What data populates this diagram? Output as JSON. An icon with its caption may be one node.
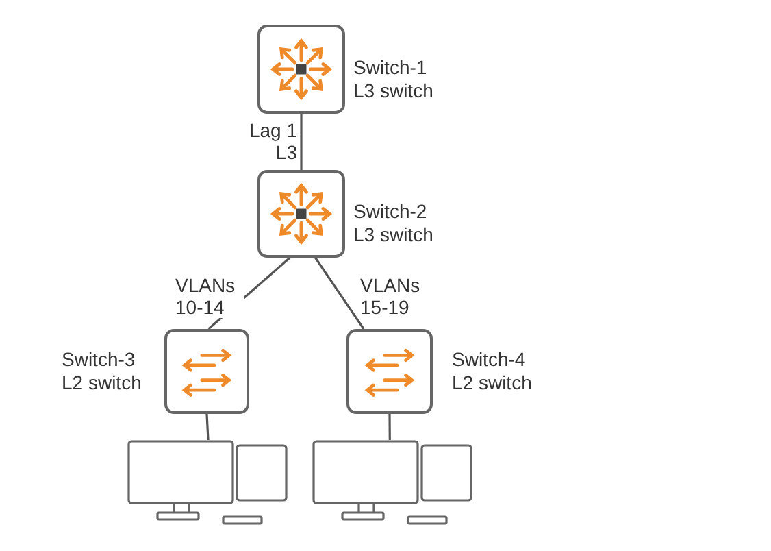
{
  "diagram": {
    "nodes": [
      {
        "text": [
          "Switch-1",
          "L3 switch"
        ]
      },
      {
        "text": [
          "Switch-2",
          "L3 switch"
        ]
      },
      {
        "text": [
          "Switch-3",
          "L2 switch"
        ]
      },
      {
        "text": [
          "Switch-4",
          "L2 switch"
        ]
      },
      {
        "text": [],
        "shape": "picture"
      },
      {
        "text": [],
        "shape": "picture"
      }
    ],
    "edges": [
      {
        "from": 0,
        "to": 1,
        "arrow": "none",
        "label": "Lag 1 L3"
      },
      {
        "from": 1,
        "to": 2,
        "arrow": "none",
        "label": "VLANs 10-14"
      },
      {
        "from": 1,
        "to": 3,
        "arrow": "none",
        "label": "VLANs 15-19"
      },
      {
        "from": 2,
        "to": 4,
        "arrow": "none"
      },
      {
        "from": 3,
        "to": 5,
        "arrow": "none"
      }
    ]
  }
}
